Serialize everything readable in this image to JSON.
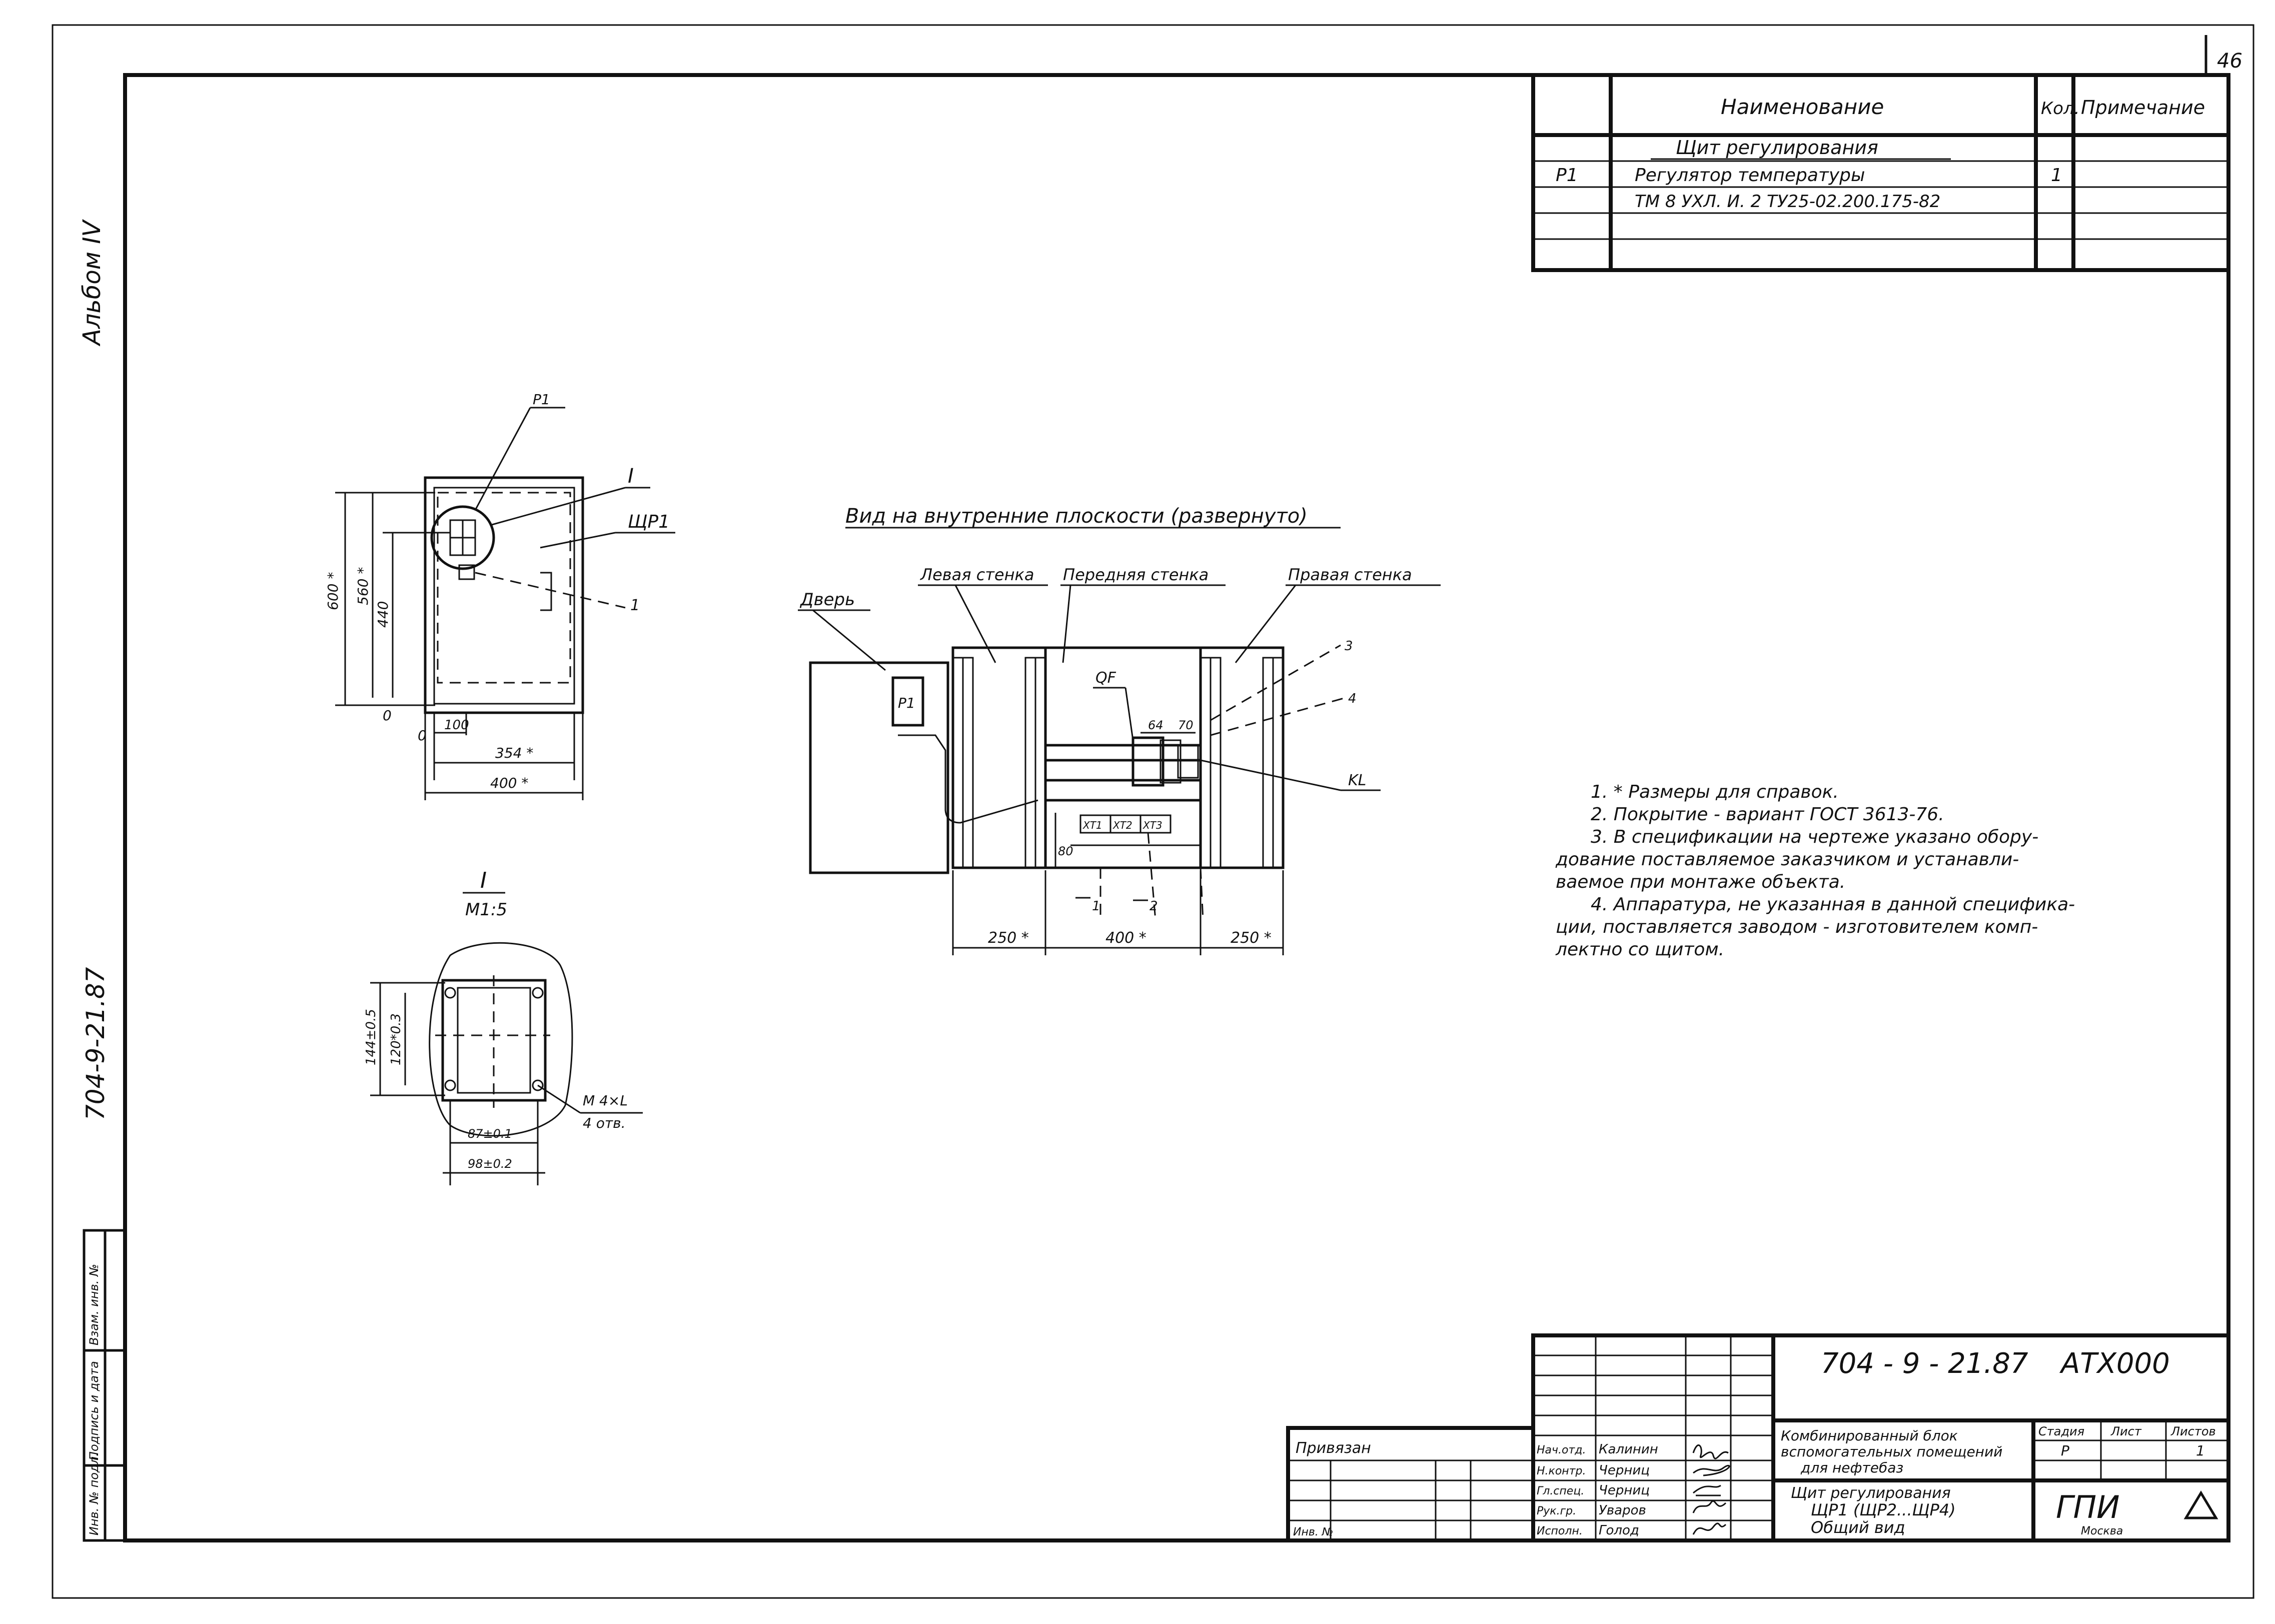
{
  "sheet_number": "46",
  "album": "Альбом IV",
  "side_code": "704-9-21.87",
  "left_stamp": [
    "Инв. № подл.",
    "Подпись и дата",
    "Взам. инв. №"
  ],
  "spec_table": {
    "headers": {
      "name": "Наименование",
      "qty": "Кол.",
      "note": "Примечание"
    },
    "rows": [
      {
        "pos": "",
        "name": "Щит регулирования",
        "qty": "",
        "note": ""
      },
      {
        "pos": "P1",
        "name": "Регулятор температуры",
        "qty": "1",
        "note": ""
      },
      {
        "pos": "",
        "name": "ТМ 8 УХЛ. И. 2 ТУ25-02.200.175-82",
        "qty": "",
        "note": ""
      }
    ]
  },
  "front_view": {
    "labels": {
      "p1": "P1",
      "detail": "I",
      "panel": "ЩР1",
      "item1": "1"
    },
    "dims": {
      "h600": "600 *",
      "h560": "560 *",
      "h440": "440",
      "zero1": "0",
      "zero2": "0",
      "w100": "100",
      "w354": "354 *",
      "w400": "400 *"
    }
  },
  "detail": {
    "title": "I",
    "scale": "М1:5",
    "dims": {
      "v1": "144±0.5",
      "v2": "120*0.3",
      "h1": "87±0.1",
      "h2": "98±0.2"
    },
    "hole_note": [
      "М 4×L",
      "4 отв."
    ]
  },
  "unfold_view": {
    "title": "Вид на внутренние плоскости (развернуто)",
    "labels": {
      "door": "Дверь",
      "left": "Левая стенка",
      "front": "Передняя стенка",
      "right": "Правая стенка",
      "qf": "QF",
      "kl": "KL",
      "p1": "P1",
      "tb1": "XT1",
      "tb2": "XT2",
      "tb3": "XT3",
      "c1": "3",
      "c2": "4",
      "c3": "2",
      "c4": "1"
    },
    "dims": {
      "d64": "64",
      "d70": "70",
      "d80": "80",
      "w250a": "250 *",
      "w400": "400 *",
      "w250b": "250 *"
    }
  },
  "notes": [
    "1. * Размеры для справок.",
    "2. Покрытие - вариант ГОСТ 3613-76.",
    "3. В спецификации на чертеже указано обору-",
    "дование поставляемое заказчиком и устанавли-",
    "ваемое при монтаже объекта.",
    "4. Аппаратура, не указанная в данной специфика-",
    "ции, поставляется заводом - изготовителем комп-",
    "лектно со щитом."
  ],
  "title_block": {
    "code": "704 - 9 - 21.87",
    "mark": "АТХ000",
    "project": [
      "Комбинированный блок",
      "вспомогательных помещений",
      "для нефтебаз"
    ],
    "sheet_title": [
      "Щит регулирования",
      "ЩР1 (ЩР2...ЩР4)",
      "Общий вид"
    ],
    "headers": {
      "stage": "Стадия",
      "sheet": "Лист",
      "sheets": "Листов"
    },
    "values": {
      "stage": "Р",
      "sheet": "1"
    },
    "org": "ГПИ",
    "org_city": "Москва",
    "privyazan": "Привязан",
    "inv": "Инв. №",
    "roles": [
      {
        "role": "Нач.отд.",
        "name": "Калинин"
      },
      {
        "role": "Н.контр.",
        "name": "Черниц"
      },
      {
        "role": "Гл.спец.",
        "name": "Черниц"
      },
      {
        "role": "Рук.гр.",
        "name": "Уваров"
      },
      {
        "role": "Исполн.",
        "name": "Голод"
      }
    ]
  }
}
